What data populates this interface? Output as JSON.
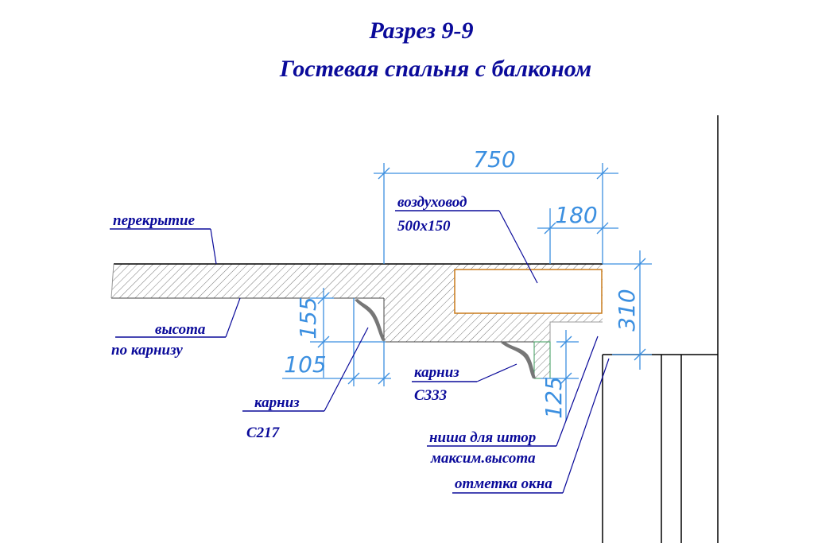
{
  "title": "Разрез 9-9",
  "subtitle": "Гостевая спальня с балконом",
  "labels": {
    "slab": "перекрытие",
    "height1": "высота",
    "height2": "по карнизу",
    "cornice_a1": "карниз",
    "cornice_a2": "С217",
    "duct1": "воздуховод",
    "duct2": "500х150",
    "cornice_b1": "карниз",
    "cornice_b2": "С333",
    "niche1": "ниша для штор",
    "niche2": "максим.высота",
    "window": "отметка окна"
  },
  "dimensions": {
    "d750": "750",
    "d180": "180",
    "d310": "310",
    "d155": "155",
    "d105": "105",
    "d125": "125"
  },
  "colors": {
    "text": "#0a0a9a",
    "dimension": "#3b8fe0",
    "duct": "#c87a1a"
  }
}
